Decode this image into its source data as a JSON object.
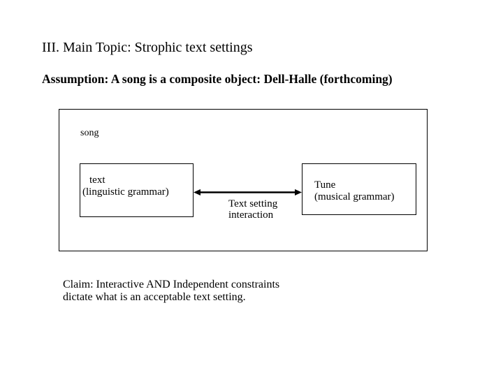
{
  "slide": {
    "title": "III. Main Topic: Strophic text settings",
    "assumption": "Assumption: A song is a composite object: Dell-Halle (forthcoming)",
    "claim": {
      "line1": "Claim: Interactive AND Independent constraints",
      "line2": "dictate what is an acceptable text setting."
    }
  },
  "diagram": {
    "container_label": "song",
    "text_box": {
      "line1": "text",
      "line2": "(linguistic grammar)"
    },
    "tune_box": {
      "line1": "Tune",
      "line2": "(musical grammar)"
    },
    "arrow_label": {
      "line1": "Text setting",
      "line2": "interaction"
    }
  },
  "colors": {
    "background": "#ffffff",
    "text": "#000000",
    "border": "#000000",
    "arrow": "#000000"
  }
}
